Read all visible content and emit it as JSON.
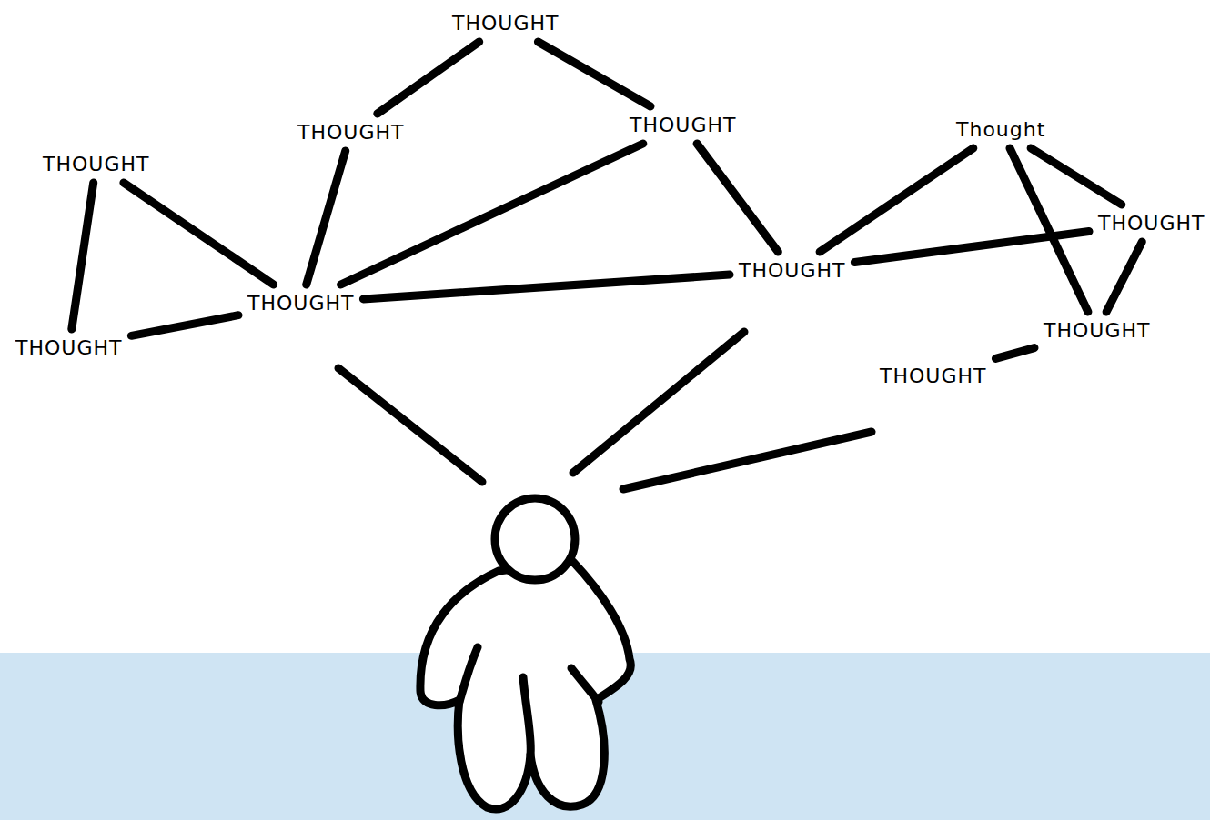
{
  "diagram": {
    "nodes": [
      {
        "text": [
          "THOUGHT"
        ]
      },
      {
        "text": [
          "THOUGHT"
        ]
      },
      {
        "text": [
          "THOUGHT"
        ]
      },
      {
        "text": [
          "THOUGHT"
        ]
      },
      {
        "text": [
          "Thought"
        ]
      },
      {
        "text": [
          "THOUGHT"
        ]
      },
      {
        "text": [
          "THOUGHT"
        ]
      },
      {
        "text": [
          "THOUGHT"
        ]
      },
      {
        "text": [
          "THOUGHT"
        ]
      },
      {
        "text": [
          "THOUGHT"
        ]
      },
      {
        "text": [
          "THOUGHT"
        ]
      }
    ],
    "edges": [
      {
        "from": 0,
        "to": 2,
        "arrow": "none"
      },
      {
        "from": 0,
        "to": 3,
        "arrow": "none"
      },
      {
        "from": 1,
        "to": 8,
        "arrow": "none"
      },
      {
        "from": 1,
        "to": 5,
        "arrow": "none"
      },
      {
        "from": 2,
        "to": 5,
        "arrow": "none"
      },
      {
        "from": 3,
        "to": 5,
        "arrow": "none"
      },
      {
        "from": 3,
        "to": 6,
        "arrow": "none"
      },
      {
        "from": 8,
        "to": 5,
        "arrow": "none"
      },
      {
        "from": 5,
        "to": 6,
        "arrow": "none"
      },
      {
        "from": 6,
        "to": 4,
        "arrow": "none"
      },
      {
        "from": 6,
        "to": 7,
        "arrow": "none"
      },
      {
        "from": 4,
        "to": 7,
        "arrow": "none"
      },
      {
        "from": 4,
        "to": 9,
        "arrow": "none"
      },
      {
        "from": 7,
        "to": 9,
        "arrow": "none"
      },
      {
        "from": 10,
        "to": 9,
        "arrow": "none"
      }
    ]
  }
}
